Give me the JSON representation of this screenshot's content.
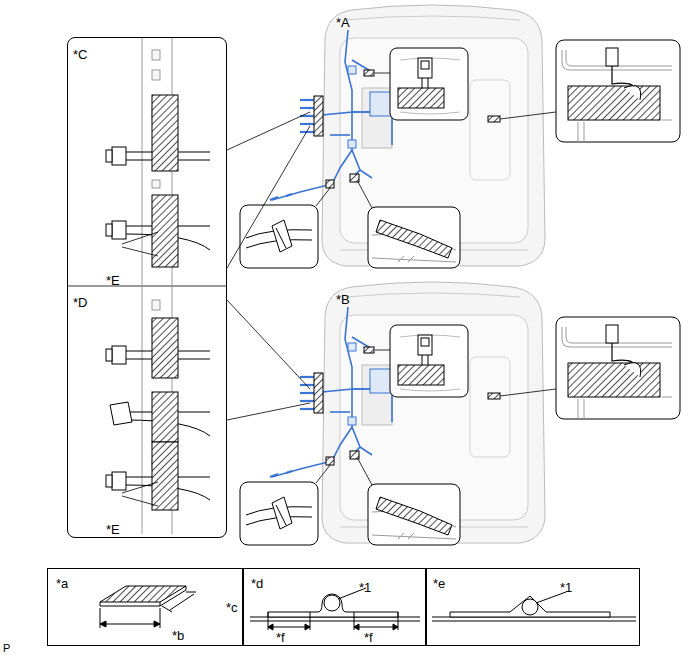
{
  "diagram": {
    "nodes": [
      {
        "text": [
          "*C",
          "*E",
          "*D",
          "*E"
        ]
      },
      {
        "text": [
          "*a",
          "*b",
          "*c"
        ]
      },
      {
        "text": [
          "*d",
          "*1",
          "*f",
          "*f"
        ]
      },
      {
        "text": [
          "*e",
          "*1"
        ]
      }
    ],
    "labels": [
      "*A",
      "*B",
      "P"
    ]
  }
}
